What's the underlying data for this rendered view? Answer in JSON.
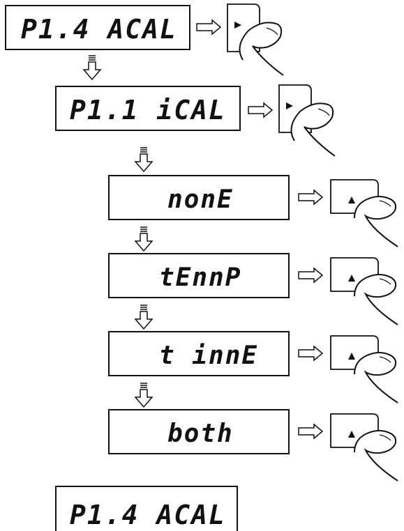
{
  "diagram": {
    "displays": [
      {
        "id": "p14-acal-top",
        "text": "P1.4  ACAL"
      },
      {
        "id": "p11-ical",
        "text": "P1.1   iCAL"
      },
      {
        "id": "option-none",
        "text": "nonE"
      },
      {
        "id": "option-temp",
        "text": "tEnnP"
      },
      {
        "id": "option-time",
        "text": "t innE"
      },
      {
        "id": "option-both",
        "text": "both"
      },
      {
        "id": "p14-acal-bottom",
        "text": "P1.4  ACAL"
      }
    ],
    "buttons": {
      "right_key": "right-arrow-key",
      "up_key": "up-arrow-key"
    },
    "colors": {
      "line": "#111111",
      "background": "#ffffff"
    }
  }
}
